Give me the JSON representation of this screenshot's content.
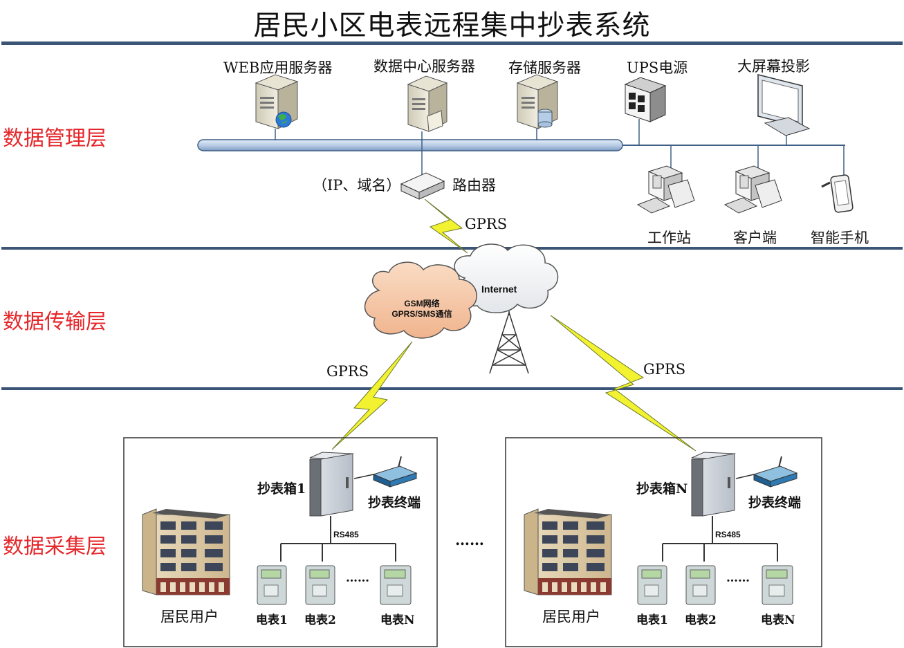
{
  "title": "居民小区电表远程集中抄表系统",
  "layers": {
    "management": "数据管理层",
    "transmission": "数据传输层",
    "collection": "数据采集层"
  },
  "management": {
    "web_server": "WEB应用服务器",
    "data_center_server": "数据中心服务器",
    "storage_server": "存储服务器",
    "ups": "UPS电源",
    "projector": "大屏幕投影",
    "router_prefix": "（IP、域名）",
    "router": "路由器",
    "workstation": "工作站",
    "client": "客户端",
    "smartphone": "智能手机"
  },
  "transmission": {
    "gprs_top": "GPRS",
    "gsm_line1": "GSM网络",
    "gsm_line2": "GPRS/SMS通信",
    "internet": "Internet",
    "gprs_left": "GPRS",
    "gprs_right": "GPRS"
  },
  "collection": {
    "box1": "抄表箱1",
    "boxN": "抄表箱N",
    "terminal": "抄表终端",
    "rs485": "RS485",
    "residents": "居民用户",
    "meter1": "电表1",
    "meter2": "电表2",
    "meterN": "电表N",
    "dots": "……",
    "meter_dots": "……"
  },
  "colors": {
    "layer_text": "#e5272b",
    "divider": "#3b5576",
    "bus": "#b8cde6",
    "lightning": "#f2f230",
    "cloud_gsm": "#f6c7a6"
  }
}
